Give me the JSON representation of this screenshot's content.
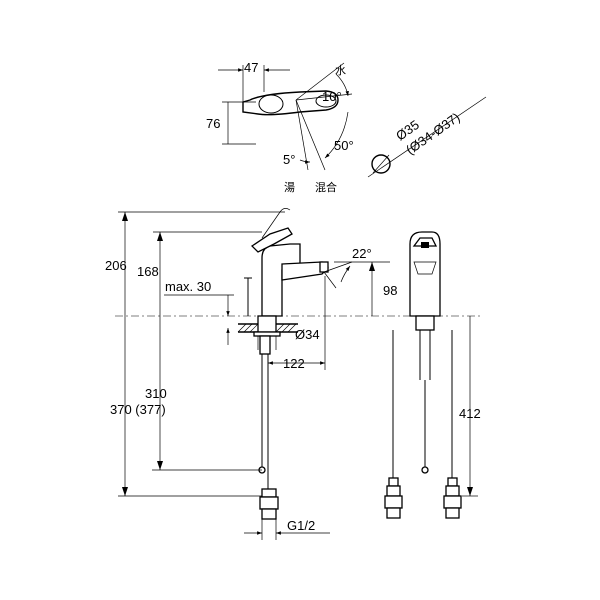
{
  "top_view": {
    "dim_width": "47",
    "dim_height": "76",
    "label_cold": "水",
    "label_hot": "湯",
    "label_mix": "混合",
    "angle_cold": "10°",
    "angle_mix": "50°",
    "angle_hot": "5°"
  },
  "hole": {
    "diameter": "Ø35",
    "diameter_range": "(Ø34-Ø37)"
  },
  "front_view": {
    "dim_total_height": "206",
    "dim_spout_height": "168",
    "dim_max_thickness": "max. 30",
    "dim_spout_angle": "22°",
    "dim_spout_clearance": "98",
    "dim_base_diameter": "Ø34",
    "dim_projection": "122",
    "dim_rod_length": "310",
    "dim_hose_length": "370 (377)",
    "dim_thread": "G1/2"
  },
  "side_view": {
    "dim_hose_length": "412"
  }
}
